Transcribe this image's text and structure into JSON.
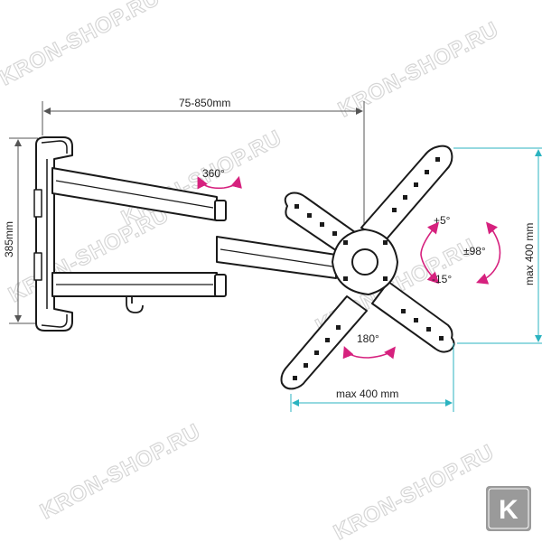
{
  "dimensions": {
    "arm_extension": "75-850mm",
    "wall_plate_height": "385mm",
    "vesa_width": "max 400 mm",
    "vesa_height": "max 400 mm"
  },
  "rotations": {
    "swivel": "360°",
    "tilt_up": "+5°",
    "tilt_down": "-15°",
    "pan": "±98°",
    "rotate": "180°"
  },
  "watermarks": [
    "KRON-SHOP.RU",
    "KRON-SHOP.RU",
    "KRON-SHOP.RU",
    "KRON-SHOP.RU",
    "KRON-SHOP.RU",
    "KRON-SHOP.RU",
    "KRON-SHOP.RU"
  ],
  "badge": {
    "letter": "K"
  },
  "colors": {
    "line": "#1a1a1a",
    "dimension": "#555555",
    "cyan": "#2bb3c0",
    "magenta": "#d6217e",
    "watermark": "#d6d6d6",
    "badge": "#9a9a9a"
  }
}
